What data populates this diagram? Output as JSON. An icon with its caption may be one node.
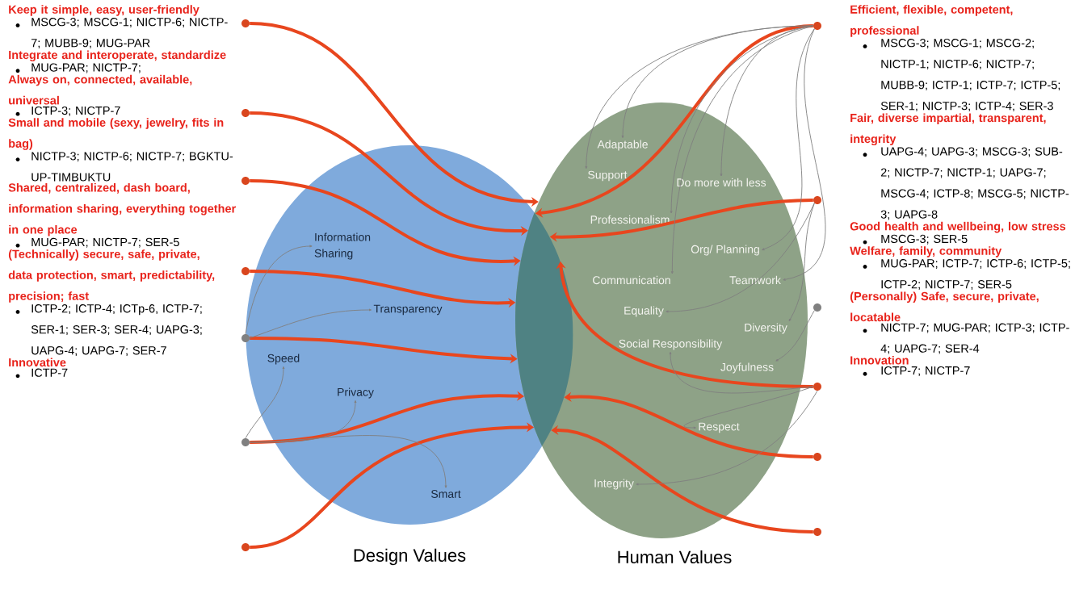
{
  "diagram": {
    "nodes": [
      {
        "text": [
          "Design Values"
        ]
      },
      {
        "text": [
          "Information Sharing"
        ],
        "in": 0
      },
      {
        "text": [
          "Transparency"
        ],
        "in": 0
      },
      {
        "text": [
          "Speed"
        ],
        "in": 0
      },
      {
        "text": [
          "Privacy"
        ],
        "in": 0
      },
      {
        "text": [
          "Smart"
        ],
        "in": 0
      },
      {
        "text": [
          "Human Values"
        ]
      },
      {
        "text": [
          "Adaptable"
        ],
        "in": 6
      },
      {
        "text": [
          "Support"
        ],
        "in": 6
      },
      {
        "text": [
          "Do more with less"
        ],
        "in": 6
      },
      {
        "text": [
          "Professionalism"
        ],
        "in": 6
      },
      {
        "text": [
          "Org/ Planning"
        ],
        "in": 6
      },
      {
        "text": [
          "Communication"
        ],
        "in": 6
      },
      {
        "text": [
          "Teamwork"
        ],
        "in": 6
      },
      {
        "text": [
          "Equality"
        ],
        "in": 6
      },
      {
        "text": [
          "Diversity"
        ],
        "in": 6
      },
      {
        "text": [
          "Social Responsibility"
        ],
        "in": 6
      },
      {
        "text": [
          "Joyfulness"
        ],
        "in": 6
      },
      {
        "text": [
          "Respect"
        ],
        "in": 6
      },
      {
        "text": [
          "Integrity"
        ],
        "in": 6
      },
      {
        "text": [],
        "shape": "circle",
        "beside": [
          "Keep it simple, easy, user-friendly",
          "MSCG-3; MSCG-1; NICTP-6; NICTP-7; MUBB-9; MUG-PAR"
        ]
      },
      {
        "text": [],
        "shape": "circle",
        "beside": [
          "Integrate and interoperate, standardize",
          "MUG-PAR; NICTP-7;"
        ]
      },
      {
        "text": [],
        "shape": "circle",
        "beside": [
          "Always on, connected, available, universal",
          "ICTP-3; NICTP-7"
        ]
      },
      {
        "text": [],
        "shape": "circle",
        "beside": [
          "Small and mobile (sexy, jewelry, fits in bag)",
          "NICTP-3; NICTP-6; NICTP-7; BGKTU-UP-TIMBUKTU"
        ]
      },
      {
        "text": [],
        "shape": "circle",
        "beside": [
          "Shared, centralized, dash board, information sharing, everything together in one place",
          "MUG-PAR; NICTP-7; SER-5"
        ]
      },
      {
        "text": [],
        "shape": "circle",
        "beside": [
          "(Technically) secure, safe, private, data protection, smart, predictability, precision; fast",
          "ICTP-2; ICTP-4; ICTp-6, ICTP-7; SER-1; SER-3; SER-4; UAPG-3; UAPG-4; UAPG-7; SER-7"
        ]
      },
      {
        "text": [],
        "shape": "circle",
        "beside": [
          "Innovative",
          "ICTP-7"
        ]
      },
      {
        "text": [],
        "shape": "circle",
        "beside": [
          "Efficient, flexible, competent, professional",
          "MSCG-3; MSCG-1; MSCG-2; NICTP-1; NICTP-6; NICTP-7; MUBB-9; ICTP-1; ICTP-7; ICTP-5; SER-1; NICTP-3; ICTP-4; SER-3"
        ]
      },
      {
        "text": [],
        "shape": "circle",
        "beside": [
          "Fair, diverse impartial, transparent, integrity",
          "UAPG-4; UAPG-3; MSCG-3; SUB-2; NICTP-7; NICTP-1; UAPG-7; MSCG-4; ICTP-8; MSCG-5; NICTP-3; UAPG-8"
        ]
      },
      {
        "text": [],
        "shape": "circle",
        "beside": [
          "Good health and wellbeing, low stress",
          "MSCG-3; SER-5"
        ]
      },
      {
        "text": [],
        "shape": "circle",
        "beside": [
          "Welfare, family, community",
          "MUG-PAR; ICTP-7; ICTP-6; ICTP-5; ICTP-2; NICTP-7; SER-5"
        ]
      },
      {
        "text": [],
        "shape": "circle",
        "beside": [
          "(Personally) Safe, secure, private, locatable",
          "NICTP-7; MUG-PAR; ICTP-3; ICTP-4; UAPG-7; SER-4"
        ]
      },
      {
        "text": [],
        "shape": "circle",
        "beside": [
          "Innovation",
          "ICTP-7; NICTP-7"
        ]
      }
    ],
    "edges": [
      {
        "from": 20,
        "to": 6,
        "arrow": "to",
        "style": "thick",
        "color": "#e8461e"
      },
      {
        "from": 21,
        "to": 6,
        "arrow": "to",
        "style": "thick",
        "color": "#e8461e"
      },
      {
        "from": 22,
        "to": 6,
        "arrow": "to",
        "style": "thick",
        "color": "#e8461e"
      },
      {
        "from": 23,
        "to": 6,
        "arrow": "to",
        "style": "thick",
        "color": "#e8461e"
      },
      {
        "from": 24,
        "to": 6,
        "arrow": "to",
        "style": "thick",
        "color": "#e8461e"
      },
      {
        "from": 25,
        "to": 6,
        "arrow": "to",
        "style": "thick",
        "color": "#e8461e"
      },
      {
        "from": 26,
        "to": 6,
        "arrow": "to",
        "style": "thick",
        "color": "#e8461e"
      },
      {
        "from": 27,
        "to": 0,
        "arrow": "to",
        "style": "thick",
        "color": "#e8461e"
      },
      {
        "from": 28,
        "to": 0,
        "arrow": "to",
        "style": "thick",
        "color": "#e8461e"
      },
      {
        "from": 30,
        "to": 0,
        "arrow": "to",
        "style": "thick",
        "color": "#e8461e"
      },
      {
        "from": 31,
        "to": 0,
        "arrow": "to",
        "style": "thick",
        "color": "#e8461e"
      },
      {
        "from": 32,
        "to": 0,
        "arrow": "to",
        "style": "thick",
        "color": "#e8461e"
      },
      {
        "from": 24,
        "to": 1,
        "arrow": "to"
      },
      {
        "from": 24,
        "to": 2,
        "arrow": "to"
      },
      {
        "from": 25,
        "to": 3,
        "arrow": "to"
      },
      {
        "from": 25,
        "to": 4,
        "arrow": "to"
      },
      {
        "from": 25,
        "to": 5,
        "arrow": "to"
      },
      {
        "from": 27,
        "to": 7,
        "arrow": "to"
      },
      {
        "from": 27,
        "to": 8,
        "arrow": "to"
      },
      {
        "from": 27,
        "to": 9,
        "arrow": "to"
      },
      {
        "from": 27,
        "to": 10,
        "arrow": "to"
      },
      {
        "from": 27,
        "to": 11,
        "arrow": "to"
      },
      {
        "from": 27,
        "to": 12,
        "arrow": "to"
      },
      {
        "from": 27,
        "to": 13,
        "arrow": "to"
      },
      {
        "from": 28,
        "to": 14,
        "arrow": "to"
      },
      {
        "from": 28,
        "to": 15,
        "arrow": "to"
      },
      {
        "from": 29,
        "to": 17,
        "arrow": "to"
      },
      {
        "from": 30,
        "to": 16,
        "arrow": "to"
      },
      {
        "from": 30,
        "to": 18,
        "arrow": "to"
      },
      {
        "from": 30,
        "to": 19,
        "arrow": "to"
      }
    ]
  }
}
